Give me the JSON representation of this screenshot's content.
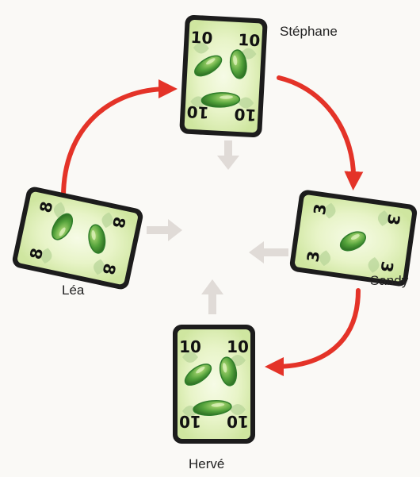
{
  "colors": {
    "arrow_red": "#e43328",
    "arrow_gray": "#e0dbd7",
    "card_border": "#1c1c1c",
    "card_face": "#d9ecaf",
    "card_glow": "#f6fbe6",
    "cucumber_light": "#9fd16b",
    "cucumber_dark": "#2f7d2a",
    "leaf": "#b8d69a"
  },
  "players": [
    {
      "id": "stephane",
      "name": "Stéphane",
      "card_value": "10",
      "cucumbers": 3
    },
    {
      "id": "sandy",
      "name": "Sandy",
      "card_value": "3",
      "cucumbers": 1
    },
    {
      "id": "herve",
      "name": "Hervé",
      "card_value": "10",
      "cucumbers": 3
    },
    {
      "id": "lea",
      "name": "Léa",
      "card_value": "8",
      "cucumbers": 2
    }
  ],
  "red_arrows": [
    {
      "from": "lea",
      "to": "stephane",
      "icon": "curved-arrow"
    },
    {
      "from": "stephane",
      "to": "sandy",
      "icon": "curved-arrow"
    },
    {
      "from": "sandy",
      "to": "herve",
      "icon": "curved-arrow"
    }
  ],
  "gray_arrows": [
    {
      "from": "stephane",
      "to": "center",
      "icon": "arrow-down"
    },
    {
      "from": "sandy",
      "to": "center",
      "icon": "arrow-left"
    },
    {
      "from": "herve",
      "to": "center",
      "icon": "arrow-up"
    },
    {
      "from": "lea",
      "to": "center",
      "icon": "arrow-right"
    }
  ]
}
